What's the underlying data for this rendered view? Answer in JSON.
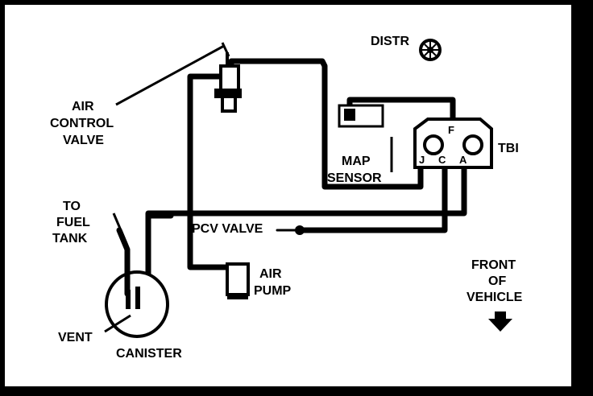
{
  "diagram": {
    "labels": {
      "air_control_valve": [
        "AIR",
        "CONTROL",
        "VALVE"
      ],
      "distributor": "DISTR",
      "tbi": "TBI",
      "map_sensor": [
        "MAP",
        "SENSOR"
      ],
      "to_fuel_tank": [
        "TO",
        "FUEL",
        "TANK"
      ],
      "pcv_valve": "PCV VALVE",
      "air_pump": [
        "AIR",
        "PUMP"
      ],
      "front_of_vehicle": [
        "FRONT",
        "OF",
        "VEHICLE"
      ],
      "vent": "VENT",
      "canister": "CANISTER",
      "tbi_ports": {
        "j": "J",
        "c": "C",
        "a": "A",
        "f": "F"
      }
    },
    "colors": {
      "background": "#ffffff",
      "frame": "#000000",
      "lines": "#000000"
    }
  }
}
